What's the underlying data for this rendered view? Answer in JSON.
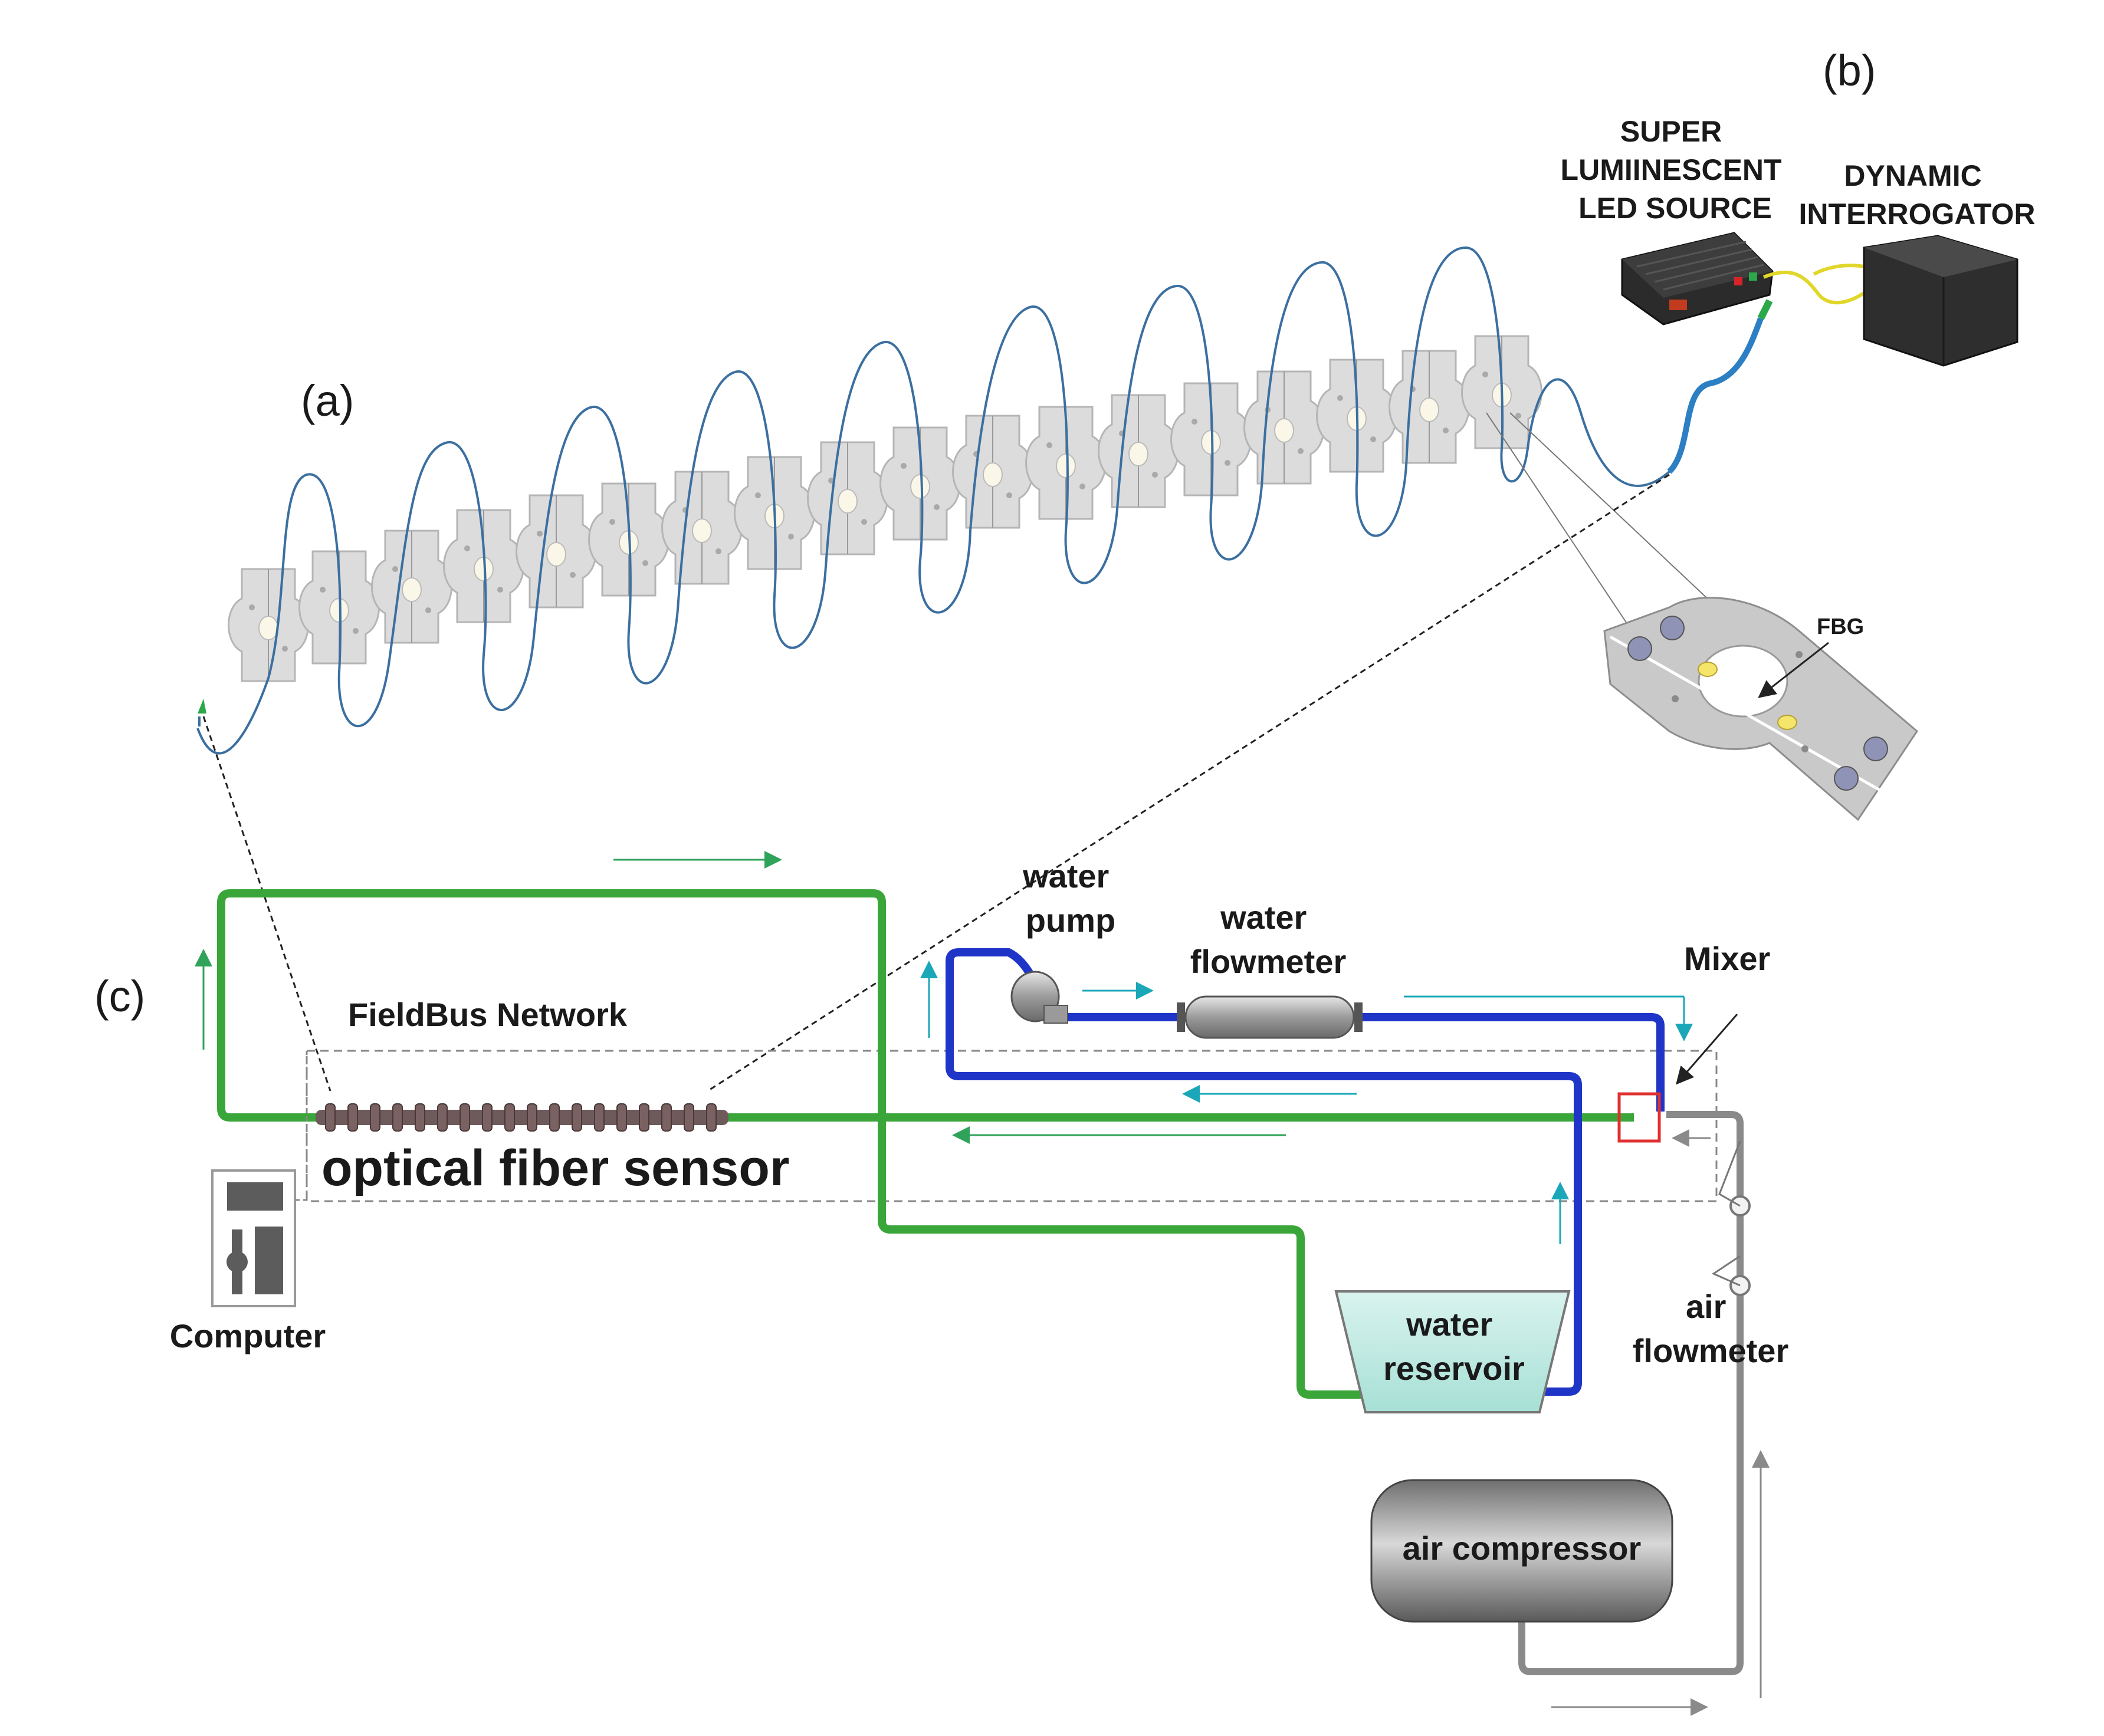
{
  "panels": {
    "a": "(a)",
    "b": "(b)",
    "c": "(c)"
  },
  "labels": {
    "led_line1": "SUPER",
    "led_line2": "LUMIINESCENT",
    "led_line3": "LED SOURCE",
    "interrogator_line1": "DYNAMIC",
    "interrogator_line2": "INTERROGATOR",
    "fbg": "FBG",
    "water_pump_line1": "water",
    "water_pump_line2": "pump",
    "water_flowmeter_line1": "water",
    "water_flowmeter_line2": "flowmeter",
    "mixer": "Mixer",
    "fieldbus": "FieldBus Network",
    "sensor": "optical fiber sensor",
    "computer": "Computer",
    "reservoir_line1": "water",
    "reservoir_line2": "reservoir",
    "air_flowmeter_line1": "air",
    "air_flowmeter_line2": "flowmeter",
    "compressor": "air compressor"
  },
  "colors": {
    "green_pipe": "#3aa63a",
    "blue_pipe": "#1f35c7",
    "air_pipe": "#8a8a8a",
    "fiber_coil": "#3b6fa0",
    "flow_arrow_green": "#2fa35a",
    "flow_arrow_cyan": "#1aa7b8",
    "mixer_box": "#e03030"
  }
}
